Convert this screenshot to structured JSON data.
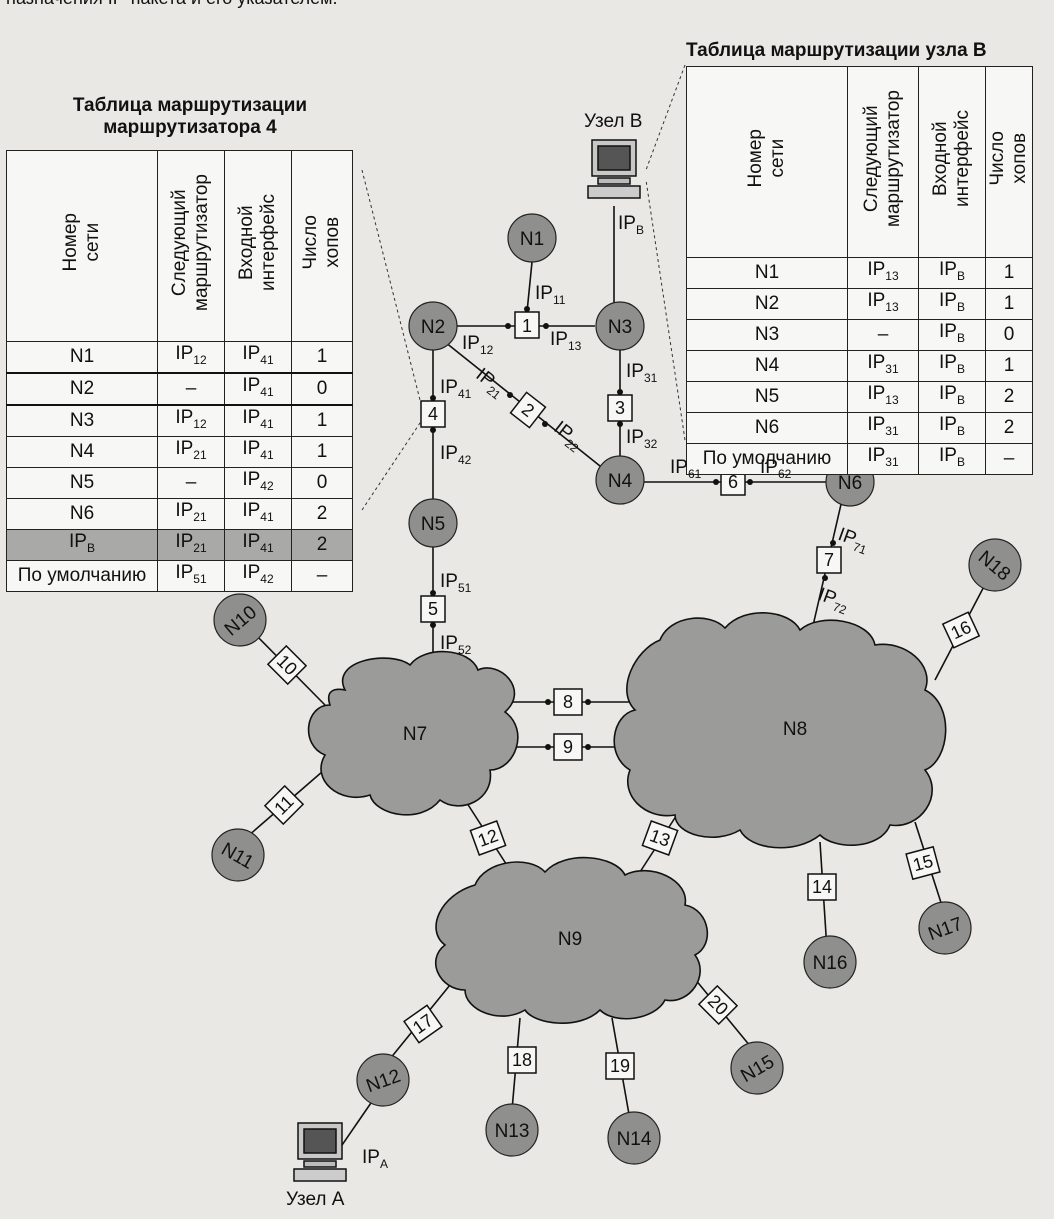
{
  "top_fragment": "назначения IP-пакета и его указателем.",
  "table_left": {
    "title": "Таблица маршрутизации\nмаршрутизатора 4",
    "headers": [
      "Номер\nсети",
      "Следующий\nмаршрутизатор",
      "Входной\nинтерфейс",
      "Число\nхопов"
    ],
    "rows": [
      [
        "N1",
        "IP12",
        "IP41",
        "1"
      ],
      [
        "N2",
        "–",
        "IP41",
        "0"
      ],
      [
        "N3",
        "IP12",
        "IP41",
        "1"
      ],
      [
        "N4",
        "IP21",
        "IP41",
        "1"
      ],
      [
        "N5",
        "–",
        "IP42",
        "0"
      ],
      [
        "N6",
        "IP21",
        "IP41",
        "2"
      ],
      [
        "IPB",
        "IP21",
        "IP41",
        "2"
      ],
      [
        "По умолчанию",
        "IP51",
        "IP42",
        "–"
      ]
    ]
  },
  "table_right": {
    "title": "Таблица маршрутизации узла B",
    "headers": [
      "Номер\nсети",
      "Следующий\nмаршрутизатор",
      "Входной\nинтерфейс",
      "Число\nхопов"
    ],
    "rows": [
      [
        "N1",
        "IP13",
        "IPB",
        "1"
      ],
      [
        "N2",
        "IP13",
        "IPB",
        "1"
      ],
      [
        "N3",
        "–",
        "IPB",
        "0"
      ],
      [
        "N4",
        "IP31",
        "IPB",
        "1"
      ],
      [
        "N5",
        "IP13",
        "IPB",
        "2"
      ],
      [
        "N6",
        "IP31",
        "IPB",
        "2"
      ],
      [
        "По умолчанию",
        "IP31",
        "IPB",
        "–"
      ]
    ]
  },
  "hosts": {
    "b": "Узел B",
    "a": "Узел A"
  },
  "ip_labels": {
    "ipb": "IPB",
    "ipa": "IPA",
    "ip11": "IP11",
    "ip12": "IP12",
    "ip13": "IP13",
    "ip21": "IP21",
    "ip22": "IP22",
    "ip31": "IP31",
    "ip32": "IP32",
    "ip41": "IP41",
    "ip42": "IP42",
    "ip51": "IP51",
    "ip52": "IP52",
    "ip61": "IP61",
    "ip62": "IP62",
    "ip71": "IP71",
    "ip72": "IP72"
  },
  "networks": {
    "n1": "N1",
    "n2": "N2",
    "n3": "N3",
    "n4": "N4",
    "n5": "N5",
    "n6": "N6",
    "n7": "N7",
    "n8": "N8",
    "n9": "N9",
    "n10": "N10",
    "n11": "N11",
    "n12": "N12",
    "n13": "N13",
    "n14": "N14",
    "n15": "N15",
    "n16": "N16",
    "n17": "N17",
    "n18": "N18"
  },
  "routers": {
    "r1": "1",
    "r2": "2",
    "r3": "3",
    "r4": "4",
    "r5": "5",
    "r6": "6",
    "r7": "7",
    "r8": "8",
    "r9": "9",
    "r10": "10",
    "r11": "11",
    "r12": "12",
    "r13": "13",
    "r14": "14",
    "r15": "15",
    "r16": "16",
    "r17": "17",
    "r18": "18",
    "r19": "19",
    "r20": "20"
  },
  "colors": {
    "node_fill": "#8f8f8d",
    "cloud_fill": "#9b9b99",
    "highlight_row": "#a9a9a7"
  }
}
